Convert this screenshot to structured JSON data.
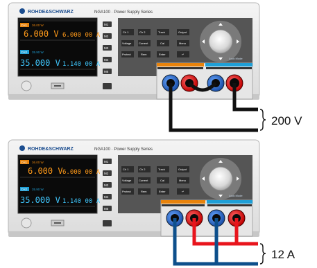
{
  "instruments": [
    {
      "brand": "ROHDE&SCHWARZ",
      "model": "NGA100 · Power Supply Series",
      "ch1": {
        "badge": "CH1",
        "set": "36.00 W",
        "volt": "6.000 V",
        "amp": "6.000 00 A"
      },
      "ch2": {
        "badge": "CH2",
        "set": "35.90 W",
        "volt": "35.000 V",
        "amp": "1.140 00 A"
      },
      "memory": [
        "M1",
        "M2",
        "M3",
        "M4",
        "M5"
      ],
      "keys_row1": [
        "Ch 1",
        "Ch 2",
        "Track",
        "Output"
      ],
      "keys_row2": [
        "Voltage",
        "Current",
        "Cal",
        "Menu"
      ],
      "keys_row3": [
        "Protect",
        "Rem",
        "Enter",
        "↵"
      ],
      "lock_label": "Lock Mode"
    },
    {
      "brand": "ROHDE&SCHWARZ",
      "model": "NGA100 · Power Supply Series",
      "ch1": {
        "badge": "CH1",
        "set": "36.00 W",
        "volt": "6.000 V",
        "amp": "6.000 00 A"
      },
      "ch2": {
        "badge": "CH2",
        "set": "35.90 W",
        "volt": "35.000 V",
        "amp": "1.140 00 A"
      },
      "memory": [
        "M1",
        "M2",
        "M3",
        "M4",
        "M5"
      ],
      "keys_row1": [
        "Ch 1",
        "Ch 2",
        "Track",
        "Output"
      ],
      "keys_row2": [
        "Voltage",
        "Current",
        "Cal",
        "Menu"
      ],
      "keys_row3": [
        "Protect",
        "Rem",
        "Enter",
        "↵"
      ],
      "lock_label": "Lock Mode"
    }
  ],
  "annotations": {
    "series_label": "200 V",
    "parallel_label": "12 A"
  },
  "colors": {
    "series_wire": "#000000",
    "parallel_positive_wire": "#e8141c",
    "parallel_negative_wire": "#0d4f8b"
  }
}
